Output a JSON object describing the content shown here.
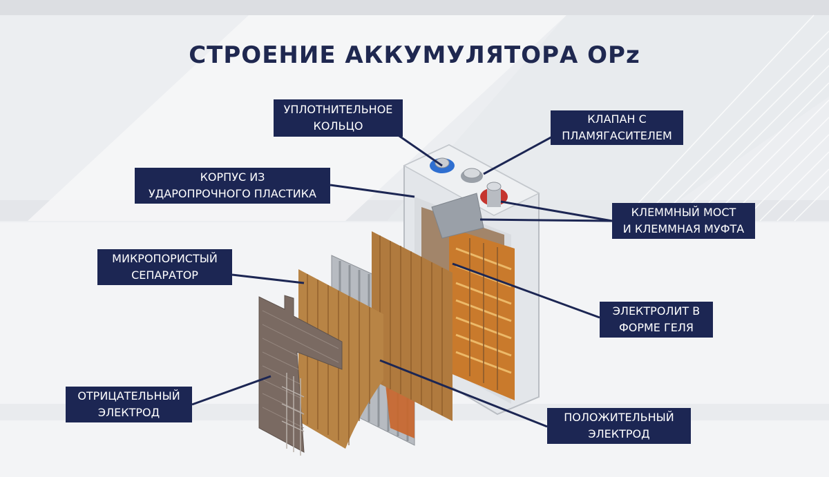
{
  "title": "СТРОЕНИЕ АККУМУЛЯТОРА OPz",
  "labels": {
    "seal_ring": [
      "УПЛОТНИТЕЛЬНОЕ",
      "КОЛЬЦО"
    ],
    "valve": [
      "КЛАПАН С",
      "ПЛАМЯГАСИТЕЛЕМ"
    ],
    "case": [
      "КОРПУС ИЗ",
      "УДАРОПРОЧНОГО ПЛАСТИКА"
    ],
    "terminal": [
      "КЛЕММНЫЙ МОСТ",
      "И КЛЕММНАЯ МУФТА"
    ],
    "separator": [
      "МИКРОПОРИСТЫЙ",
      "СЕПАРАТОР"
    ],
    "electrolyte": [
      "ЭЛЕКТРОЛИТ В",
      "ФОРМЕ ГЕЛЯ"
    ],
    "negative": [
      "ОТРИЦАТЕЛЬНЫЙ",
      "ЭЛЕКТРОД"
    ],
    "positive": [
      "ПОЛОЖИТЕЛЬНЫЙ",
      "ЭЛЕКТРОД"
    ]
  },
  "colors": {
    "label_bg": "#1c2653",
    "title": "#1f2850",
    "leader": "#1c2653"
  }
}
